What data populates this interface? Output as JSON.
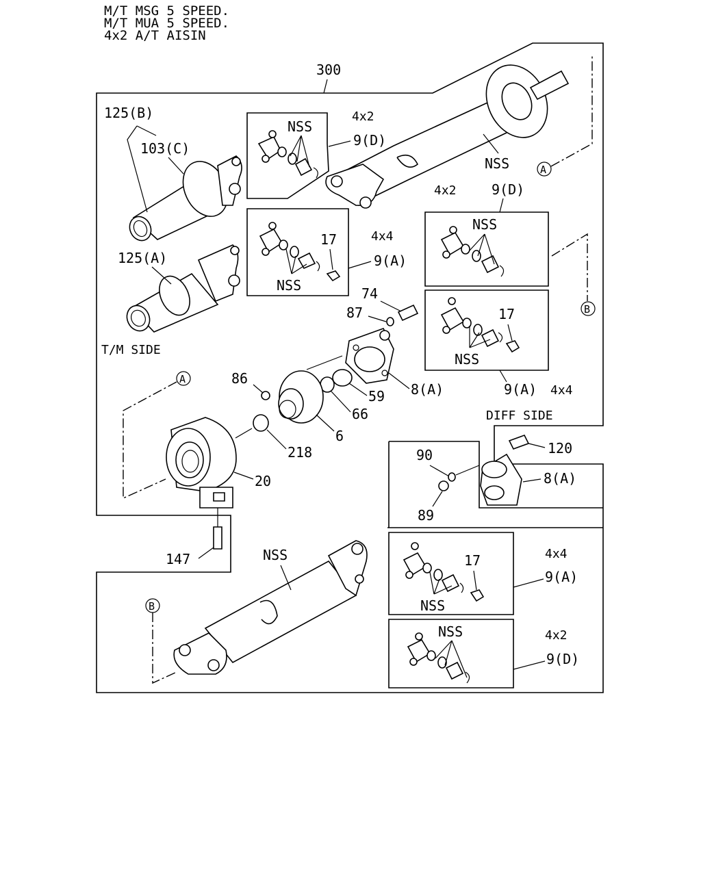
{
  "header": {
    "line1": "M/T MSG 5 SPEED.",
    "line2": "M/T MUA 5 SPEED.",
    "line3": "4x2 A/T AISIN"
  },
  "labels": {
    "assembly": "300",
    "nss": "NSS",
    "tm_side": "T/M SIDE",
    "diff_side": "DIFF SIDE",
    "drive_4x2": "4x2",
    "drive_4x4": "4x4",
    "p125b": "125(B)",
    "p103c": "103(C)",
    "p125a": "125(A)",
    "p9d": "9(D)",
    "p9a": "9(A)",
    "p17": "17",
    "p74": "74",
    "p87": "87",
    "p86": "86",
    "p59": "59",
    "p66": "66",
    "p6": "6",
    "p8a": "8(A)",
    "p218": "218",
    "p20": "20",
    "p120": "120",
    "p90": "90",
    "p89": "89",
    "p147": "147",
    "ref_a": "A",
    "ref_b": "B"
  }
}
